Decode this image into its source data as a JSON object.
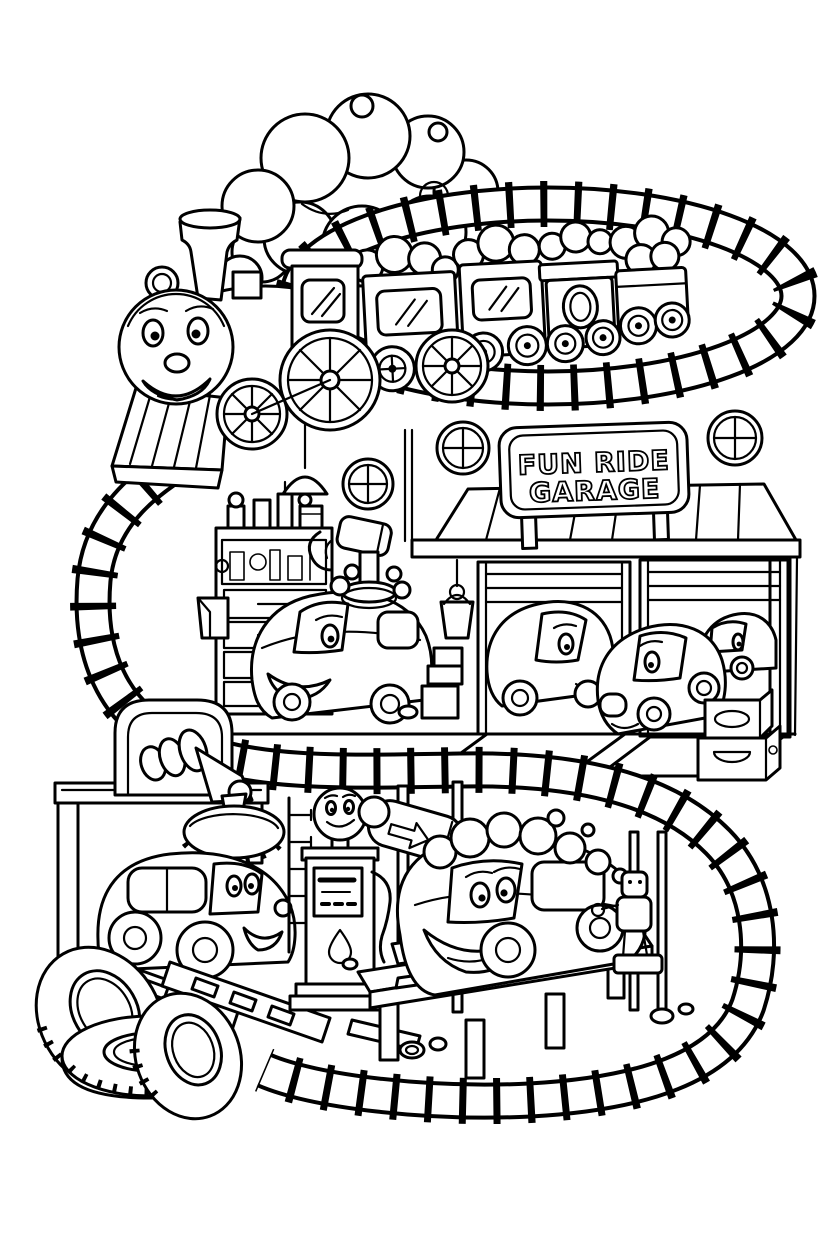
{
  "page": {
    "title": "Fun Ride Garage — Coloring Page",
    "background": "#ffffff",
    "ink": "#000000"
  },
  "garage_sign": {
    "line1": "FUN RIDE",
    "line2": "GARAGE"
  },
  "scene": {
    "description": "Black and white coloring page: a smiling steam train rides an S-shaped railway past the Fun Ride Garage, where cartoon cars are washed, polished, fueled and repaired.",
    "elements": [
      "smoke-cloud",
      "steam-locomotive",
      "train-wagons",
      "oval-track-loop",
      "s-curve-track",
      "garage-building",
      "garage-sign",
      "round-windows",
      "pendant-lamp",
      "tool-cabinet",
      "polisher-robot-arm",
      "soapy-workshop-car",
      "garage-bay-cars",
      "exit-ramps",
      "crates",
      "lift-gantry",
      "wash-brush-machine",
      "car-on-ramps",
      "tread-ramps",
      "tire-stack",
      "gas-pump-character",
      "tool-rack",
      "sprayer-robot",
      "car-on-lift-platform",
      "mechanic-robot",
      "stones"
    ]
  }
}
